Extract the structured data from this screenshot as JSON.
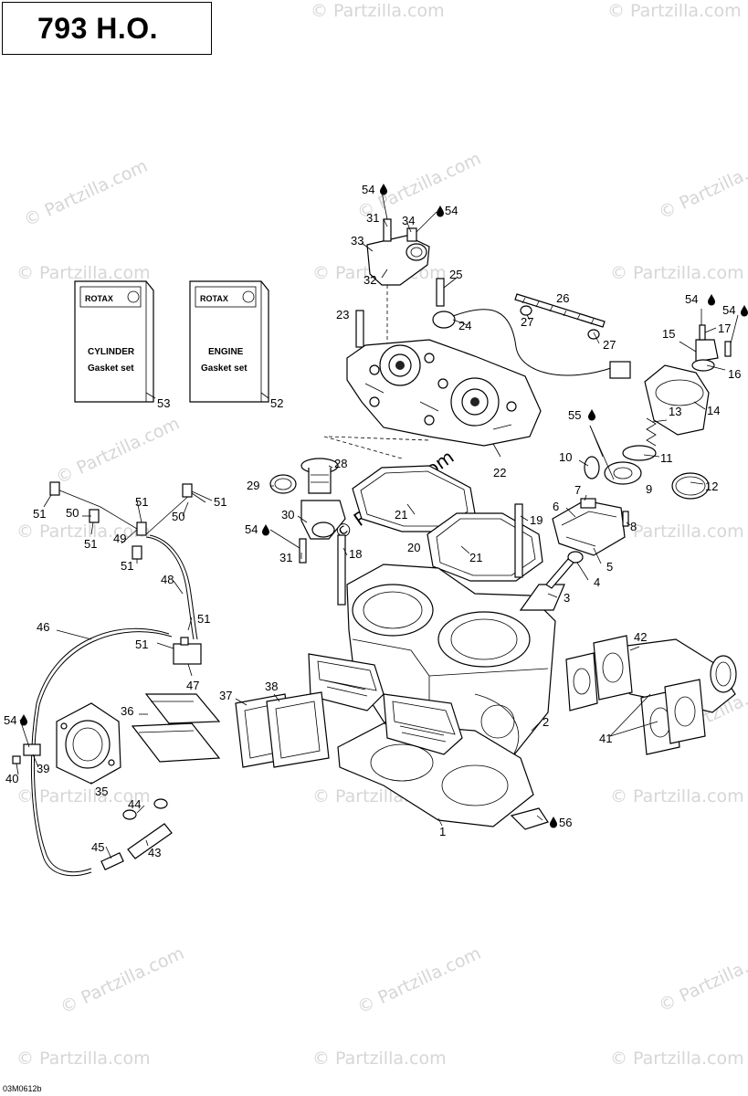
{
  "title": "793 H.O.",
  "drawing_code": "03M0612b",
  "watermark": "© Partzilla.com",
  "center_watermark": "© Partzilla.com",
  "gasket_bags": [
    {
      "brand": "ROTAX",
      "line1": "CYLINDER",
      "line2": "Gasket set"
    },
    {
      "brand": "ROTAX",
      "line1": "ENGINE",
      "line2": "Gasket set"
    }
  ],
  "labels": {
    "l1": "1",
    "l2": "2",
    "l3": "3",
    "l4": "4",
    "l5": "5",
    "l6": "6",
    "l7": "7",
    "l8": "8",
    "l9": "9",
    "l10": "10",
    "l11": "11",
    "l12": "12",
    "l13": "13",
    "l14": "14",
    "l15": "15",
    "l16": "16",
    "l17": "17",
    "l18": "18",
    "l19": "19",
    "l20": "20",
    "l21a": "21",
    "l21b": "21",
    "l22": "22",
    "l23": "23",
    "l24": "24",
    "l25": "25",
    "l26": "26",
    "l27a": "27",
    "l27b": "27",
    "l28": "28",
    "l29": "29",
    "l30": "30",
    "l31a": "31",
    "l31b": "31",
    "l32": "32",
    "l33": "33",
    "l34": "34",
    "l35": "35",
    "l36": "36",
    "l37": "37",
    "l38": "38",
    "l39": "39",
    "l40": "40",
    "l41": "41",
    "l42": "42",
    "l43": "43",
    "l44": "44",
    "l45": "45",
    "l46": "46",
    "l47": "47",
    "l48": "48",
    "l49": "49",
    "l50a": "50",
    "l50b": "50",
    "l51a": "51",
    "l51b": "51",
    "l51c": "51",
    "l51d": "51",
    "l51e": "51",
    "l51f": "51",
    "l51g": "51",
    "l51h": "51",
    "l52": "52",
    "l53": "53",
    "l54a": "54",
    "l54b": "54",
    "l54c": "54",
    "l54d": "54",
    "l54e": "54",
    "l54f": "54",
    "l55": "55",
    "l56": "56"
  }
}
